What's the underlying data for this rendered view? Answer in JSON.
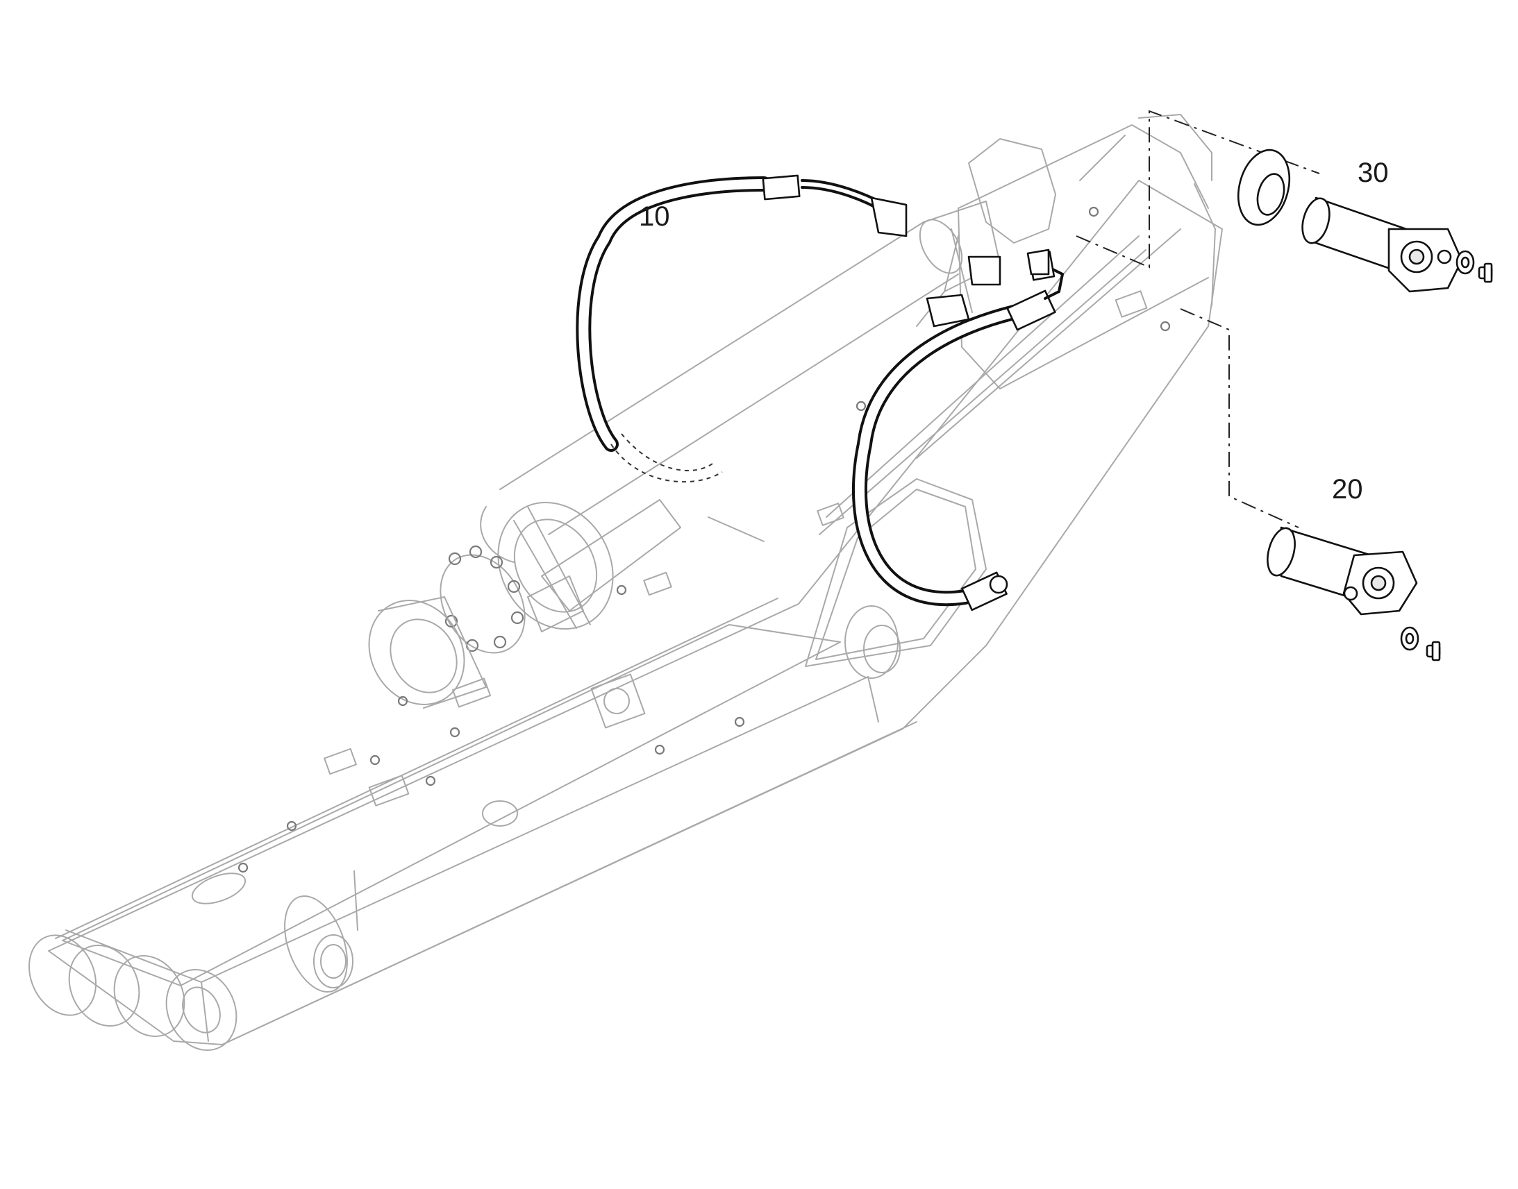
{
  "diagram": {
    "callouts": [
      {
        "id": "10",
        "label": "10"
      },
      {
        "id": "20",
        "label": "20"
      },
      {
        "id": "30",
        "label": "30"
      }
    ],
    "colors": {
      "background": "#ffffff",
      "boom_outline": "#a9a9a9",
      "highlight_parts": "#111111"
    }
  }
}
